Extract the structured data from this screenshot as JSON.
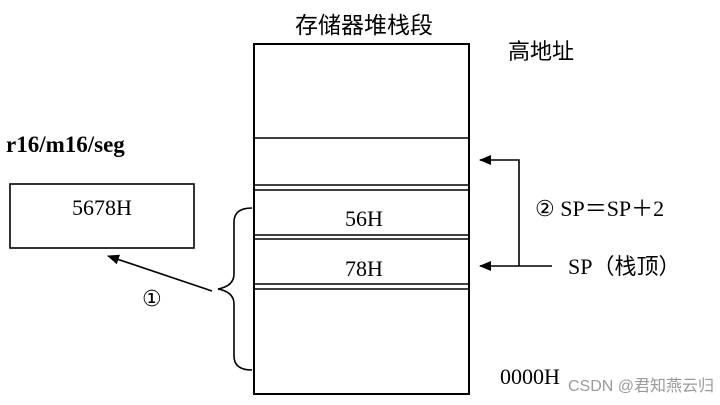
{
  "title": "存储器堆栈段",
  "labels": {
    "high_address": "高地址",
    "register_operand": "r16/m16/seg",
    "destination_value": "5678H",
    "cell_high_byte": "56H",
    "cell_low_byte": "78H",
    "step_one": "①",
    "step_two": "② SP＝SP＋2",
    "stack_pointer": "SP（栈顶）",
    "low_address": "0000H"
  },
  "watermark": "CSDN @君知燕云归"
}
